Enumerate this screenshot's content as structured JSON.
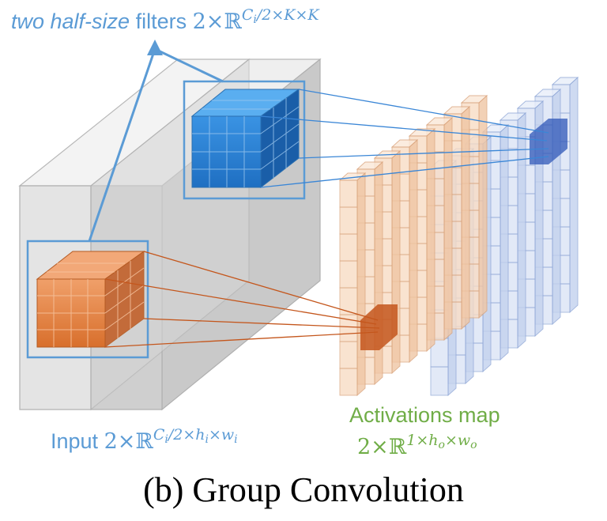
{
  "filters_label": {
    "italic_part": "two half-size",
    "rest": " filters ",
    "math_prefix": "2×ℝ",
    "superscript_main": "C",
    "superscript_sub": "i",
    "superscript_rest": "/2×K×K"
  },
  "input_label": {
    "text": "Input ",
    "math_prefix": "2×ℝ",
    "superscript_main": "C",
    "superscript_sub": "i",
    "superscript_mid": "/2×h",
    "superscript_sub2": "i",
    "superscript_mid2": "×w",
    "superscript_sub3": "i"
  },
  "activations_label": {
    "text": "Activations map",
    "math_prefix": "2×ℝ",
    "superscript_a": "1×h",
    "superscript_sub": "o",
    "superscript_b": "×w",
    "superscript_sub2": "o"
  },
  "caption": "(b) Group Convolution",
  "colors": {
    "blue_label": "#5b9bd5",
    "green_label": "#70ad47",
    "orange_filter": "#e07b39",
    "blue_filter": "#2e86de",
    "input_volume": "#d9d9d9"
  }
}
